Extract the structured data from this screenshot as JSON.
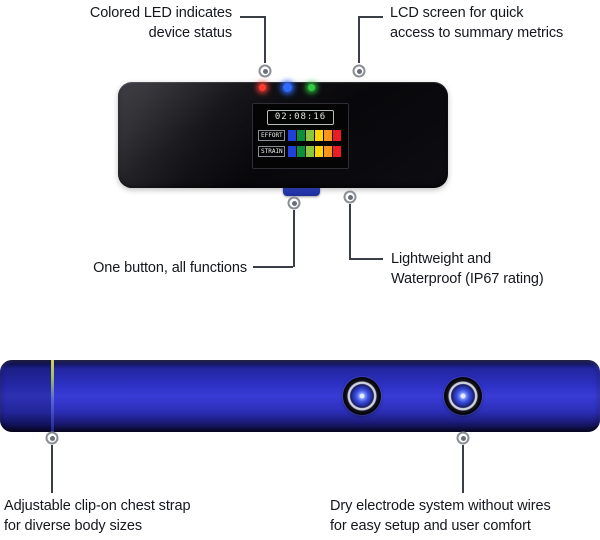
{
  "callouts": {
    "led": {
      "text": "Colored LED indicates\ndevice status"
    },
    "lcd": {
      "text": "LCD screen for quick\naccess to summary metrics"
    },
    "button": {
      "text": "One button, all functions"
    },
    "waterproof": {
      "text": "Lightweight and\nWaterproof (IP67 rating)"
    },
    "strap": {
      "text": "Adjustable clip-on chest strap\nfor diverse body sizes"
    },
    "electrodes": {
      "text": "Dry electrode system without wires\nfor easy setup and user comfort"
    }
  },
  "device": {
    "leds": [
      {
        "name": "red-status-led",
        "color": "#ff3b30"
      },
      {
        "name": "blue-status-led",
        "color": "#2f6bff"
      },
      {
        "name": "green-status-led",
        "color": "#2ecc40"
      }
    ],
    "lcd": {
      "time": "02:08:16",
      "rows": [
        {
          "label": "EFFORT"
        },
        {
          "label": "STRAIN"
        }
      ],
      "bar_colors": [
        "#2140d9",
        "#0b8f3a",
        "#8cc63e",
        "#ffd400",
        "#f7941d",
        "#ed1c24"
      ]
    },
    "button_color": "#3a57e8"
  },
  "strap": {
    "color": "#2d31c4"
  }
}
